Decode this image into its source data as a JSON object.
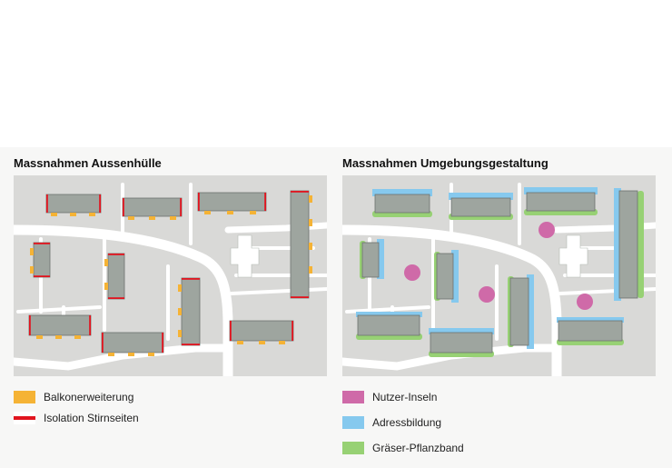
{
  "panels": [
    {
      "title": "Massnahmen Aussenhülle",
      "legend": [
        {
          "label": "Balkonerweiterung",
          "color": "#f5b335"
        },
        {
          "label": "Isolation Stirnseiten",
          "color": "#e1141e"
        }
      ]
    },
    {
      "title": "Massnahmen Umgebungsgestaltung",
      "legend": [
        {
          "label": "Nutzer-Inseln",
          "color": "#cf6aa8"
        },
        {
          "label": "Adressbildung",
          "color": "#86c9ee"
        },
        {
          "label": "Gräser-Pflanzband",
          "color": "#97d174"
        }
      ]
    }
  ],
  "colors": {
    "map_background": "#d9d9d7",
    "paths": "#ffffff",
    "building": "#9ea59f",
    "building_outline": "#6c726e"
  }
}
